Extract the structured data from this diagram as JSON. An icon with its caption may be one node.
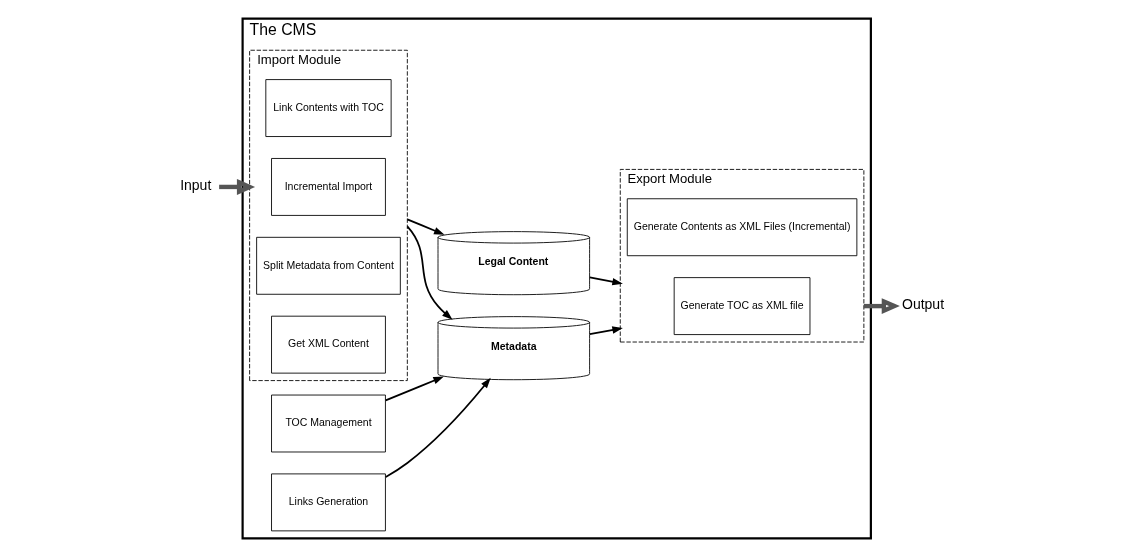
{
  "diagram": {
    "nodes": [
      {
        "text": [
          "The CMS"
        ]
      },
      {
        "text": [
          "Import Module"
        ],
        "in": 0
      },
      {
        "text": [
          "Get XML Content"
        ],
        "in": 1
      },
      {
        "text": [
          "Split Metadata from Content"
        ],
        "in": 1
      },
      {
        "text": [
          "Incremental Import"
        ],
        "in": 1
      },
      {
        "text": [
          "Link Contents with TOC"
        ],
        "in": 1
      },
      {
        "text": [
          "TOC Management"
        ],
        "in": 0
      },
      {
        "text": [
          "Links Generation"
        ],
        "in": 0
      },
      {
        "text": [
          "Metadata"
        ],
        "in": 0
      },
      {
        "text": [
          "Legal Content"
        ],
        "in": 0
      },
      {
        "text": [
          "Export Module"
        ],
        "in": 0
      },
      {
        "text": [
          "Generate TOC as XML file"
        ],
        "in": 10
      },
      {
        "text": [
          "Generate Contents as XML Files (Incremental)"
        ],
        "in": 10
      },
      {
        "text": [
          "Input"
        ]
      },
      {
        "text": [
          "Output"
        ]
      }
    ],
    "edges": [
      {
        "from": 13,
        "to": 1,
        "arrow": "to",
        "style": "thick"
      },
      {
        "from": 6,
        "to": 8,
        "arrow": "to"
      },
      {
        "from": 7,
        "to": 8,
        "arrow": "to"
      },
      {
        "from": 1,
        "to": 8,
        "arrow": "to"
      },
      {
        "from": 1,
        "to": 9,
        "arrow": "to"
      },
      {
        "from": 8,
        "to": 10,
        "arrow": "to"
      },
      {
        "from": 9,
        "to": 10,
        "arrow": "to"
      },
      {
        "from": 10,
        "to": 14,
        "arrow": "to",
        "style": "thick"
      }
    ]
  }
}
